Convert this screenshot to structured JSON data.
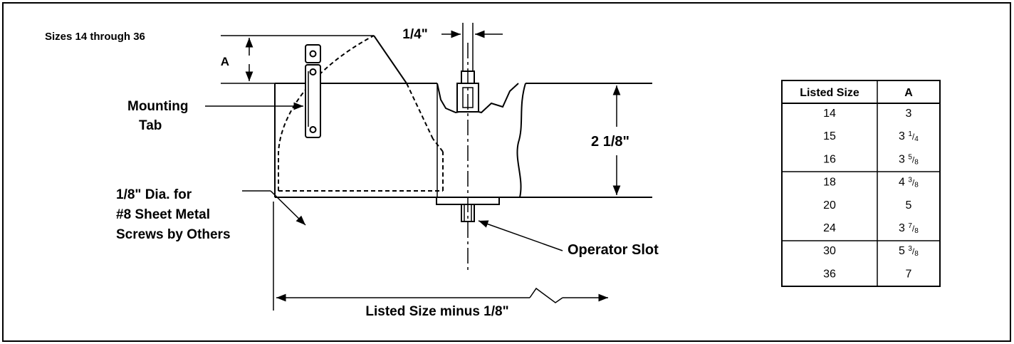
{
  "diagram": {
    "title": "Sizes 14 through 36",
    "labels": {
      "dim_a": "A",
      "mounting_tab_line1": "Mounting",
      "mounting_tab_line2": "Tab",
      "slot_width": "1/4\"",
      "height": "2 1/8\"",
      "hole_line1": "1/8\" Dia. for",
      "hole_line2": "#8 Sheet Metal",
      "hole_line3": "Screws by Others",
      "operator_slot": "Operator Slot",
      "width": "Listed Size minus 1/8\""
    }
  },
  "table": {
    "headers": [
      "Listed Size",
      "A"
    ],
    "rows": [
      {
        "size": "14",
        "a_whole": "3",
        "a_num": "",
        "a_den": ""
      },
      {
        "size": "15",
        "a_whole": "3",
        "a_num": "1",
        "a_den": "4"
      },
      {
        "size": "16",
        "a_whole": "3",
        "a_num": "5",
        "a_den": "8"
      },
      {
        "size": "18",
        "a_whole": "4",
        "a_num": "3",
        "a_den": "8"
      },
      {
        "size": "20",
        "a_whole": "5",
        "a_num": "",
        "a_den": ""
      },
      {
        "size": "24",
        "a_whole": "3",
        "a_num": "7",
        "a_den": "8"
      },
      {
        "size": "30",
        "a_whole": "5",
        "a_num": "3",
        "a_den": "8"
      },
      {
        "size": "36",
        "a_whole": "7",
        "a_num": "",
        "a_den": ""
      }
    ]
  }
}
